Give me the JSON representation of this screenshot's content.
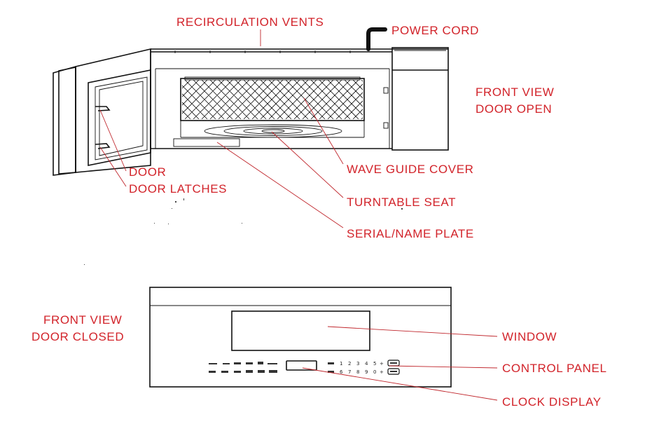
{
  "labels": {
    "recirculation_vents": "RECIRCULATION VENTS",
    "power_cord": "POWER CORD",
    "front_view_open_1": "FRONT VIEW",
    "front_view_open_2": "DOOR OPEN",
    "wave_guide_cover": "WAVE GUIDE COVER",
    "door": "DOOR",
    "door_latches": "DOOR LATCHES",
    "turntable_seat": "TURNTABLE SEAT",
    "serial_name_plate": "SERIAL/NAME PLATE",
    "front_view_closed_1": "FRONT VIEW",
    "front_view_closed_2": "DOOR CLOSED",
    "window": "WINDOW",
    "control_panel": "CONTROL PANEL",
    "clock_display": "CLOCK DISPLAY"
  },
  "control_panel": {
    "keypad_row1": [
      "1",
      "2",
      "3",
      "4",
      "5"
    ],
    "keypad_row2": [
      "6",
      "7",
      "8",
      "9",
      "0"
    ]
  },
  "colors": {
    "label": "#d2232a",
    "leader": "#c0272d",
    "drawing": "#111111"
  }
}
